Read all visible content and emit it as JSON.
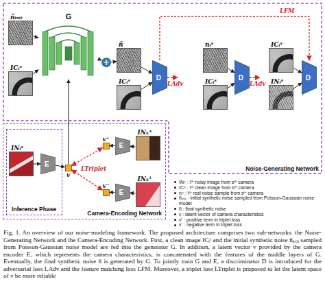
{
  "diagram": {
    "caption": "Fig. 1. An overview of our noise-modeling framework. The proposed architecture comprises two sub-networks: the Noise-Generating Network and the Camera-Encoding Network. First, a clean image ICᵢˢ and the initial synthetic noise ñᵢₙᵢₜ sampled from Poisson-Gaussian noise model are fed into the generator G. In addition, a latent vector v provided by the camera encoder E, which represents the camera characteristics, is concatenated with the features of the middle layers of G. Eventually, the final synthetic noise ñ is generated by G. To jointly train G and E, a discriminator D is introduced for the adversarial loss LAdv and the feature matching loss LFM. Moreover, a triplet loss LTriplet is proposed to let the latent space of v be more reliable",
    "nodes": [
      {
        "text": [
          "Noise-Generating Network"
        ]
      },
      {
        "text": [
          "ñᵢₙᵢₜ"
        ],
        "in": 0
      },
      {
        "text": [
          "ICᵢˢ"
        ],
        "in": 0
      },
      {
        "text": [
          "G"
        ],
        "in": 0
      },
      {
        "text": [
          "+"
        ],
        "in": 0
      },
      {
        "text": [
          "ñ"
        ],
        "in": 0
      },
      {
        "text": [
          "ICᵢˢ"
        ],
        "in": 0
      },
      {
        "text": [
          "D"
        ],
        "in": 0
      },
      {
        "text": [
          "nᵢˢ"
        ],
        "in": 0
      },
      {
        "text": [
          "ICᵢˢ"
        ],
        "in": 0
      },
      {
        "text": [
          "D"
        ],
        "in": 0
      },
      {
        "text": [
          "ICᵢˢ"
        ],
        "in": 0
      },
      {
        "text": [
          "INᵢˢ"
        ],
        "in": 0
      },
      {
        "text": [
          "D"
        ],
        "in": 0
      },
      {
        "text": [
          "Camera-Encoding Network"
        ]
      },
      {
        "text": [
          "Inference Phase"
        ],
        "in": 14
      },
      {
        "text": [
          "INᵢˢ"
        ],
        "in": 15
      },
      {
        "text": [
          "E"
        ],
        "in": 15
      },
      {
        "text": [
          "v"
        ],
        "in": 14
      },
      {
        "text": [
          "v⁺"
        ],
        "in": 14
      },
      {
        "text": [
          "E"
        ],
        "in": 14
      },
      {
        "text": [
          "INₖˢ"
        ],
        "in": 14
      },
      {
        "text": [
          "v⁻"
        ],
        "in": 14
      },
      {
        "text": [
          "E"
        ],
        "in": 14
      },
      {
        "text": [
          "INₖᵗ"
        ],
        "in": 14
      }
    ],
    "edges": [
      {
        "from": 1,
        "to": 3,
        "arrow": "to"
      },
      {
        "from": 2,
        "to": 3,
        "arrow": "to"
      },
      {
        "from": 3,
        "to": 4,
        "arrow": "to"
      },
      {
        "from": 4,
        "to": 5,
        "arrow": "to"
      },
      {
        "from": 5,
        "to": 7,
        "arrow": "to"
      },
      {
        "from": 6,
        "to": 7,
        "arrow": "to"
      },
      {
        "from": 7,
        "to": 13,
        "label": "LFM",
        "arrow": "to"
      },
      {
        "from": 8,
        "to": 10,
        "arrow": "to"
      },
      {
        "from": 9,
        "to": 10,
        "arrow": "to"
      },
      {
        "from": 11,
        "to": 13,
        "arrow": "to"
      },
      {
        "from": 12,
        "to": 13,
        "arrow": "to"
      },
      {
        "from": 16,
        "to": 17,
        "arrow": "to"
      },
      {
        "from": 17,
        "to": 18,
        "arrow": "to"
      },
      {
        "from": 18,
        "to": 3,
        "arrow": "to"
      },
      {
        "from": 18,
        "to": 19,
        "label": "LTriplet",
        "arrow": "both"
      },
      {
        "from": 18,
        "to": 22,
        "arrow": "both"
      },
      {
        "from": 20,
        "to": 19,
        "arrow": "to"
      },
      {
        "from": 21,
        "to": 20,
        "arrow": "to"
      },
      {
        "from": 23,
        "to": 22,
        "arrow": "to"
      },
      {
        "from": 24,
        "to": 23,
        "arrow": "to"
      }
    ],
    "labels": [
      "LAdv",
      "LAdv"
    ],
    "legend": [
      {
        "text": "INᵢˢ : iᵗʰ noisy image from sᵗʰ camera"
      },
      {
        "text": "ICᵢˢ : iᵗʰ clean image from sᵗʰ camera"
      },
      {
        "text": "nᵢˢ : iᵗʰ real noise sample from sᵗʰ camera"
      },
      {
        "text": "ñᵢₙᵢₜ : initial synthetic noise sampled from Poisson-Gaussian noise model"
      },
      {
        "text": "ñ : final synthetic noise"
      },
      {
        "text": "v : latent vector of camera characteristics"
      },
      {
        "text": "v⁺ : positive term in triplet loss"
      },
      {
        "text": "v⁻ : negative term in triplet loss"
      }
    ]
  }
}
